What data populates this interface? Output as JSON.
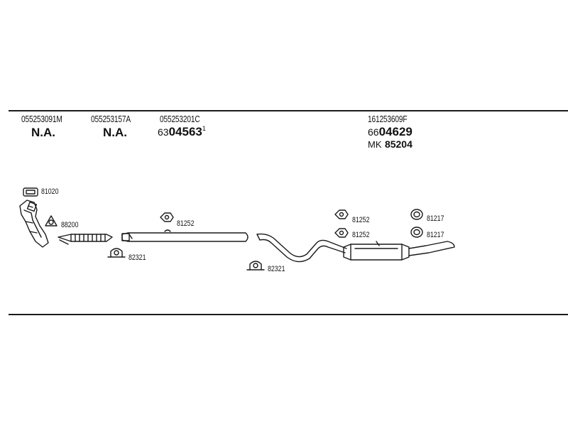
{
  "header": {
    "oem_numbers": [
      "055253091M",
      "055253157A",
      "055253201C",
      "161253609F"
    ],
    "na_1": "N.A.",
    "na_2": "N.A.",
    "pn1_prefix": "63",
    "pn1_main": "04563",
    "pn1_suffix": "1",
    "pn2_prefix": "66",
    "pn2_main": "04629",
    "mk_prefix": "MK",
    "mk_number": "85204"
  },
  "parts": {
    "gasket_top": "81020",
    "gasket_tri": "88200",
    "clamp_left": "82321",
    "hanger_mid": "81252",
    "clamp_mid": "82321",
    "hanger_r1": "81252",
    "hanger_r2": "81252",
    "ring_1": "81217",
    "ring_2": "81217"
  },
  "colors": {
    "line": "#1a1a1a",
    "background": "#ffffff"
  }
}
